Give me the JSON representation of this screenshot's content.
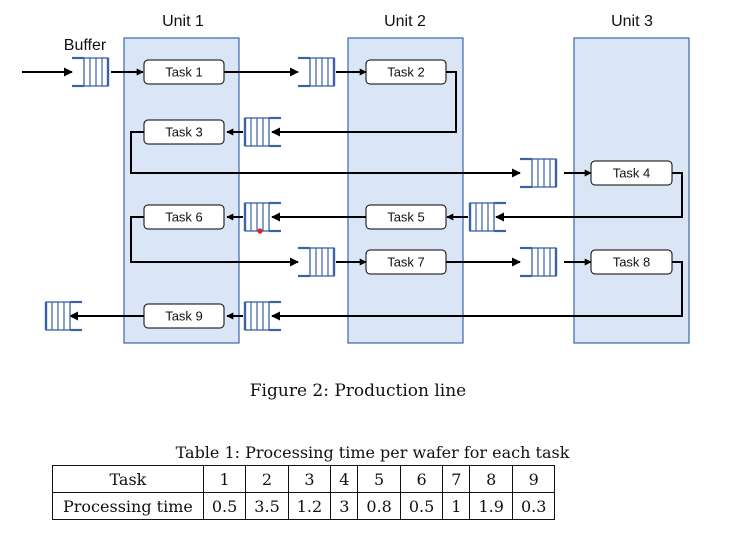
{
  "figure": {
    "units": [
      "Unit 1",
      "Unit 2",
      "Unit 3"
    ],
    "buffer_label": "Buffer",
    "tasks": [
      "Task 1",
      "Task 2",
      "Task 3",
      "Task 4",
      "Task 5",
      "Task 6",
      "Task 7",
      "Task 8",
      "Task 9"
    ],
    "caption": "Figure 2: Production line",
    "colors": {
      "unit_fill": "#dae6f5",
      "unit_border": "#3b66a7",
      "buffer_blue": "#3a62a6",
      "line": "#000000",
      "dot": "#e02020"
    }
  },
  "table": {
    "caption": "Table 1: Processing time per wafer for each task",
    "header": [
      "Task",
      "1",
      "2",
      "3",
      "4",
      "5",
      "6",
      "7",
      "8",
      "9"
    ],
    "row": [
      "Processing time",
      "0.5",
      "3.5",
      "1.2",
      "3",
      "0.8",
      "0.5",
      "1",
      "1.9",
      "0.3"
    ]
  }
}
